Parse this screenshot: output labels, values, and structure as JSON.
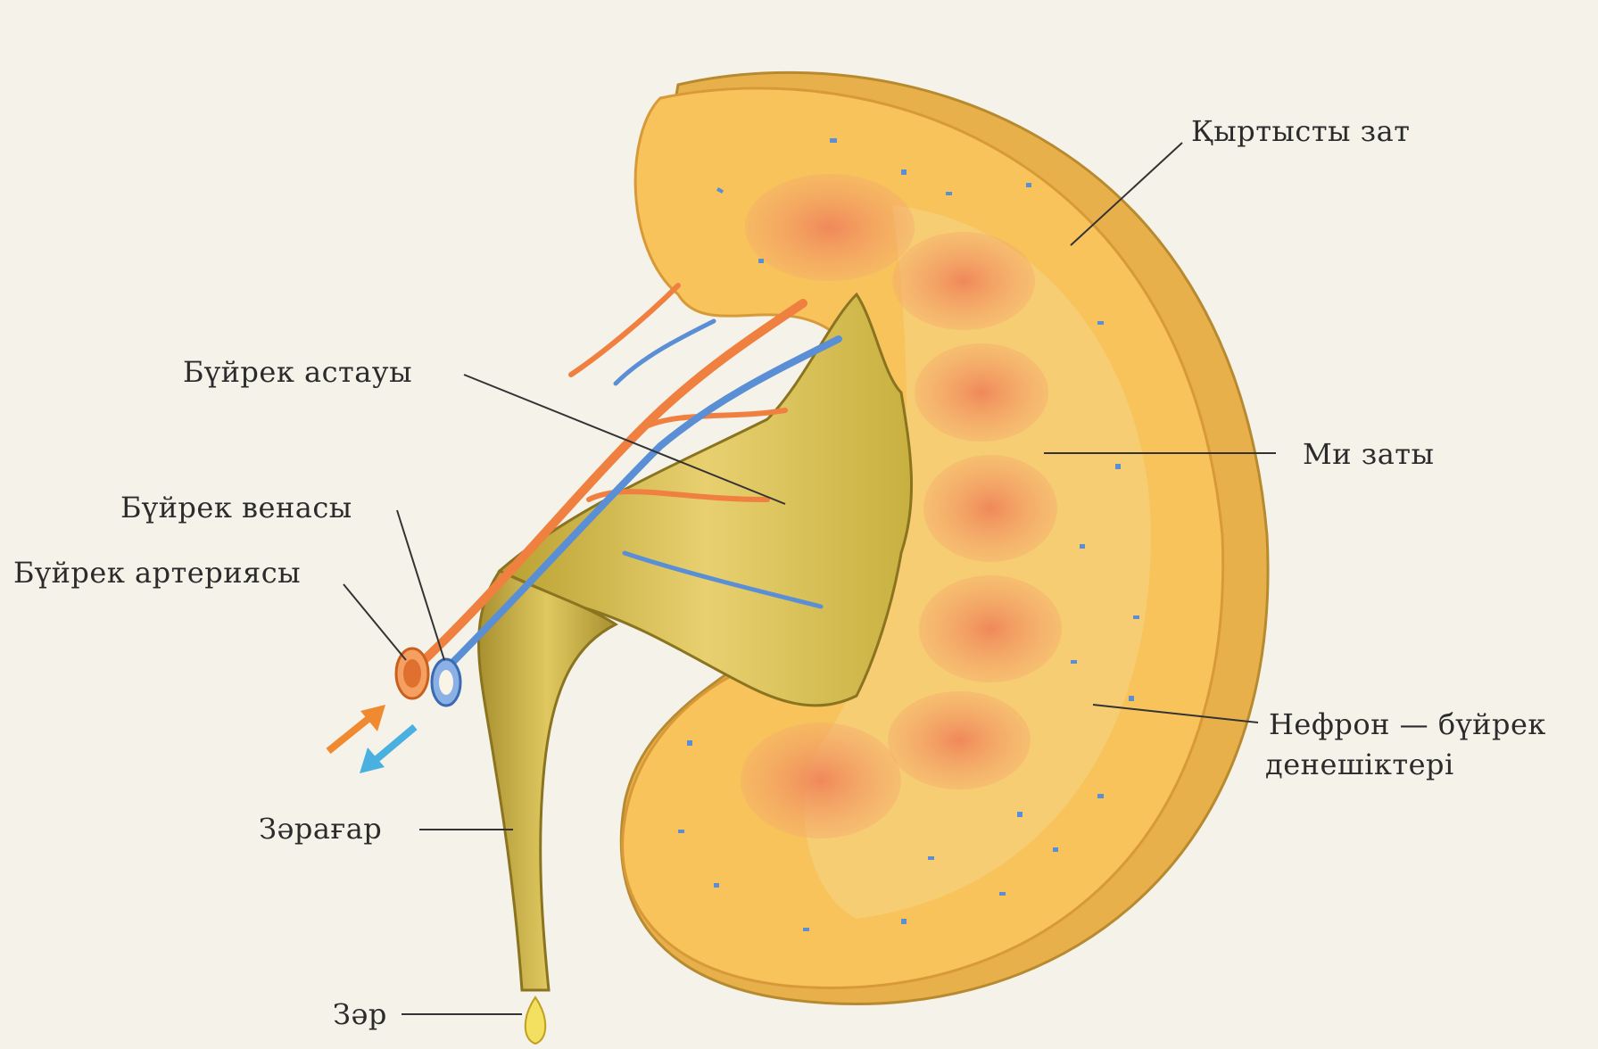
{
  "labels": {
    "cortex": "Қыртысты зат",
    "pelvis": "Бүйрек астауы",
    "medulla": "Ми заты",
    "vein": "Бүйрек венасы",
    "artery": "Бүйрек артериясы",
    "nephron_line1": "Нефрон — бүйрек",
    "nephron_line2": "денешіктері",
    "ureter": "Зәрағар",
    "urine": "Зәр"
  },
  "colors": {
    "cortex": "#f7c35a",
    "medulla": "#f2a35a",
    "pyramid": "#f08a5a",
    "pelvis": "#d9b84a",
    "artery": "#f08040",
    "vein": "#5a8fd6",
    "arrow_in": "#f08a30",
    "arrow_out": "#4ab0e0"
  },
  "icons": {
    "arrow_in": "arrow-in-icon",
    "arrow_out": "arrow-out-icon",
    "urine_drop": "urine-drop-icon"
  }
}
